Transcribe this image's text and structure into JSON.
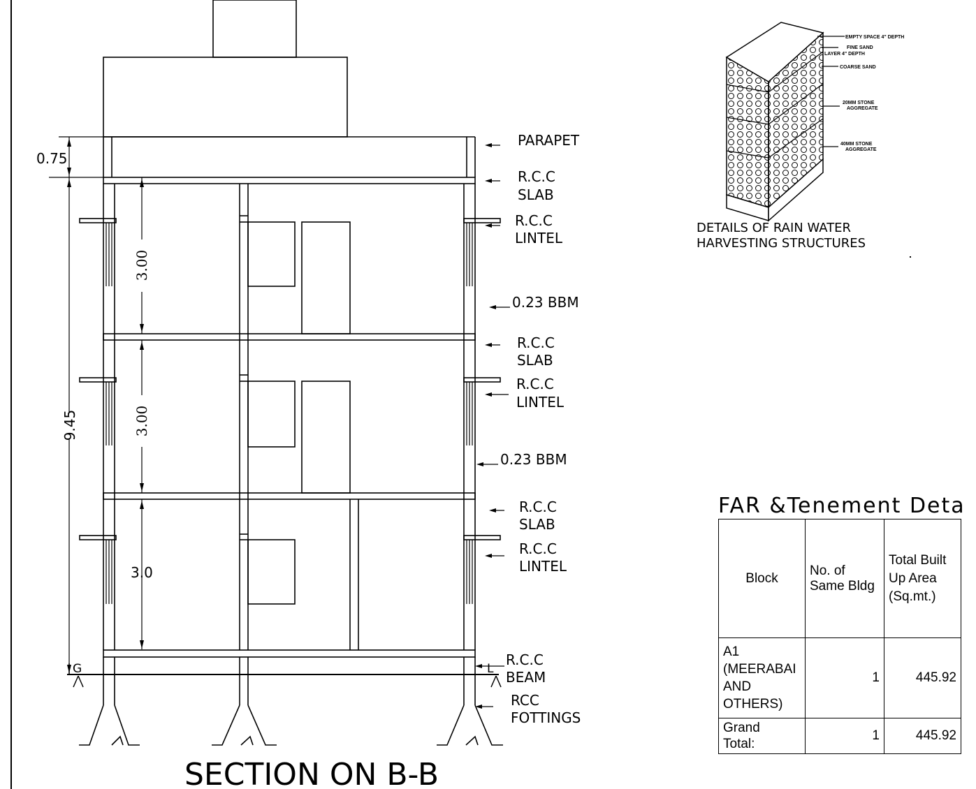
{
  "section": {
    "title": "SECTION ON B-B",
    "dims": {
      "parapet": "0.75",
      "total": "9.45",
      "floor1": "3.00",
      "floor2": "3.00",
      "floor3": "3.0"
    },
    "levels": {
      "ground": "G",
      "lintel": "L"
    },
    "labels": {
      "parapet": "PARAPET",
      "slab1": [
        "R.C.C",
        "SLAB"
      ],
      "lintel1": [
        "R.C.C",
        "LINTEL"
      ],
      "bbm1": "0.23  BBM",
      "slab2": [
        "R.C.C",
        "SLAB"
      ],
      "lintel2": [
        "R.C.C",
        "LINTEL"
      ],
      "bbm2": "0.23  BBM",
      "slab3": [
        "R.C.C",
        "SLAB"
      ],
      "lintel3": [
        "R.C.C",
        "LINTEL"
      ],
      "beam": [
        "R.C.C",
        "BEAM"
      ],
      "footings": [
        "RCC",
        "FOTTINGS"
      ]
    }
  },
  "rwh": {
    "caption": [
      "DETAILS  OF  RAIN  WATER",
      "HARVESTING  STRUCTURES"
    ],
    "layers": {
      "empty": "EMPTY SPACE 4\" DEPTH",
      "fine": [
        "FINE SAND",
        "LAYER  4\" DEPTH"
      ],
      "coarse": "COARSE SAND",
      "stone20": [
        "20MM STONE",
        "AGGREGATE"
      ],
      "stone40": [
        "40MM STONE",
        "AGGREGATE"
      ]
    }
  },
  "far": {
    "title": "FAR  &Tenement  Deta",
    "headers": {
      "block": "Block",
      "same": [
        "No. of",
        "Same Bldg"
      ],
      "area": [
        "Total Built",
        "Up Area",
        "(Sq.mt.)"
      ]
    },
    "rows": [
      {
        "block": [
          "A1",
          "(MEERABAI",
          "AND",
          "OTHERS)"
        ],
        "same": "1",
        "area": "445.92"
      },
      {
        "block": [
          "Grand",
          "Total:"
        ],
        "same": "1",
        "area": "445.92"
      }
    ]
  }
}
